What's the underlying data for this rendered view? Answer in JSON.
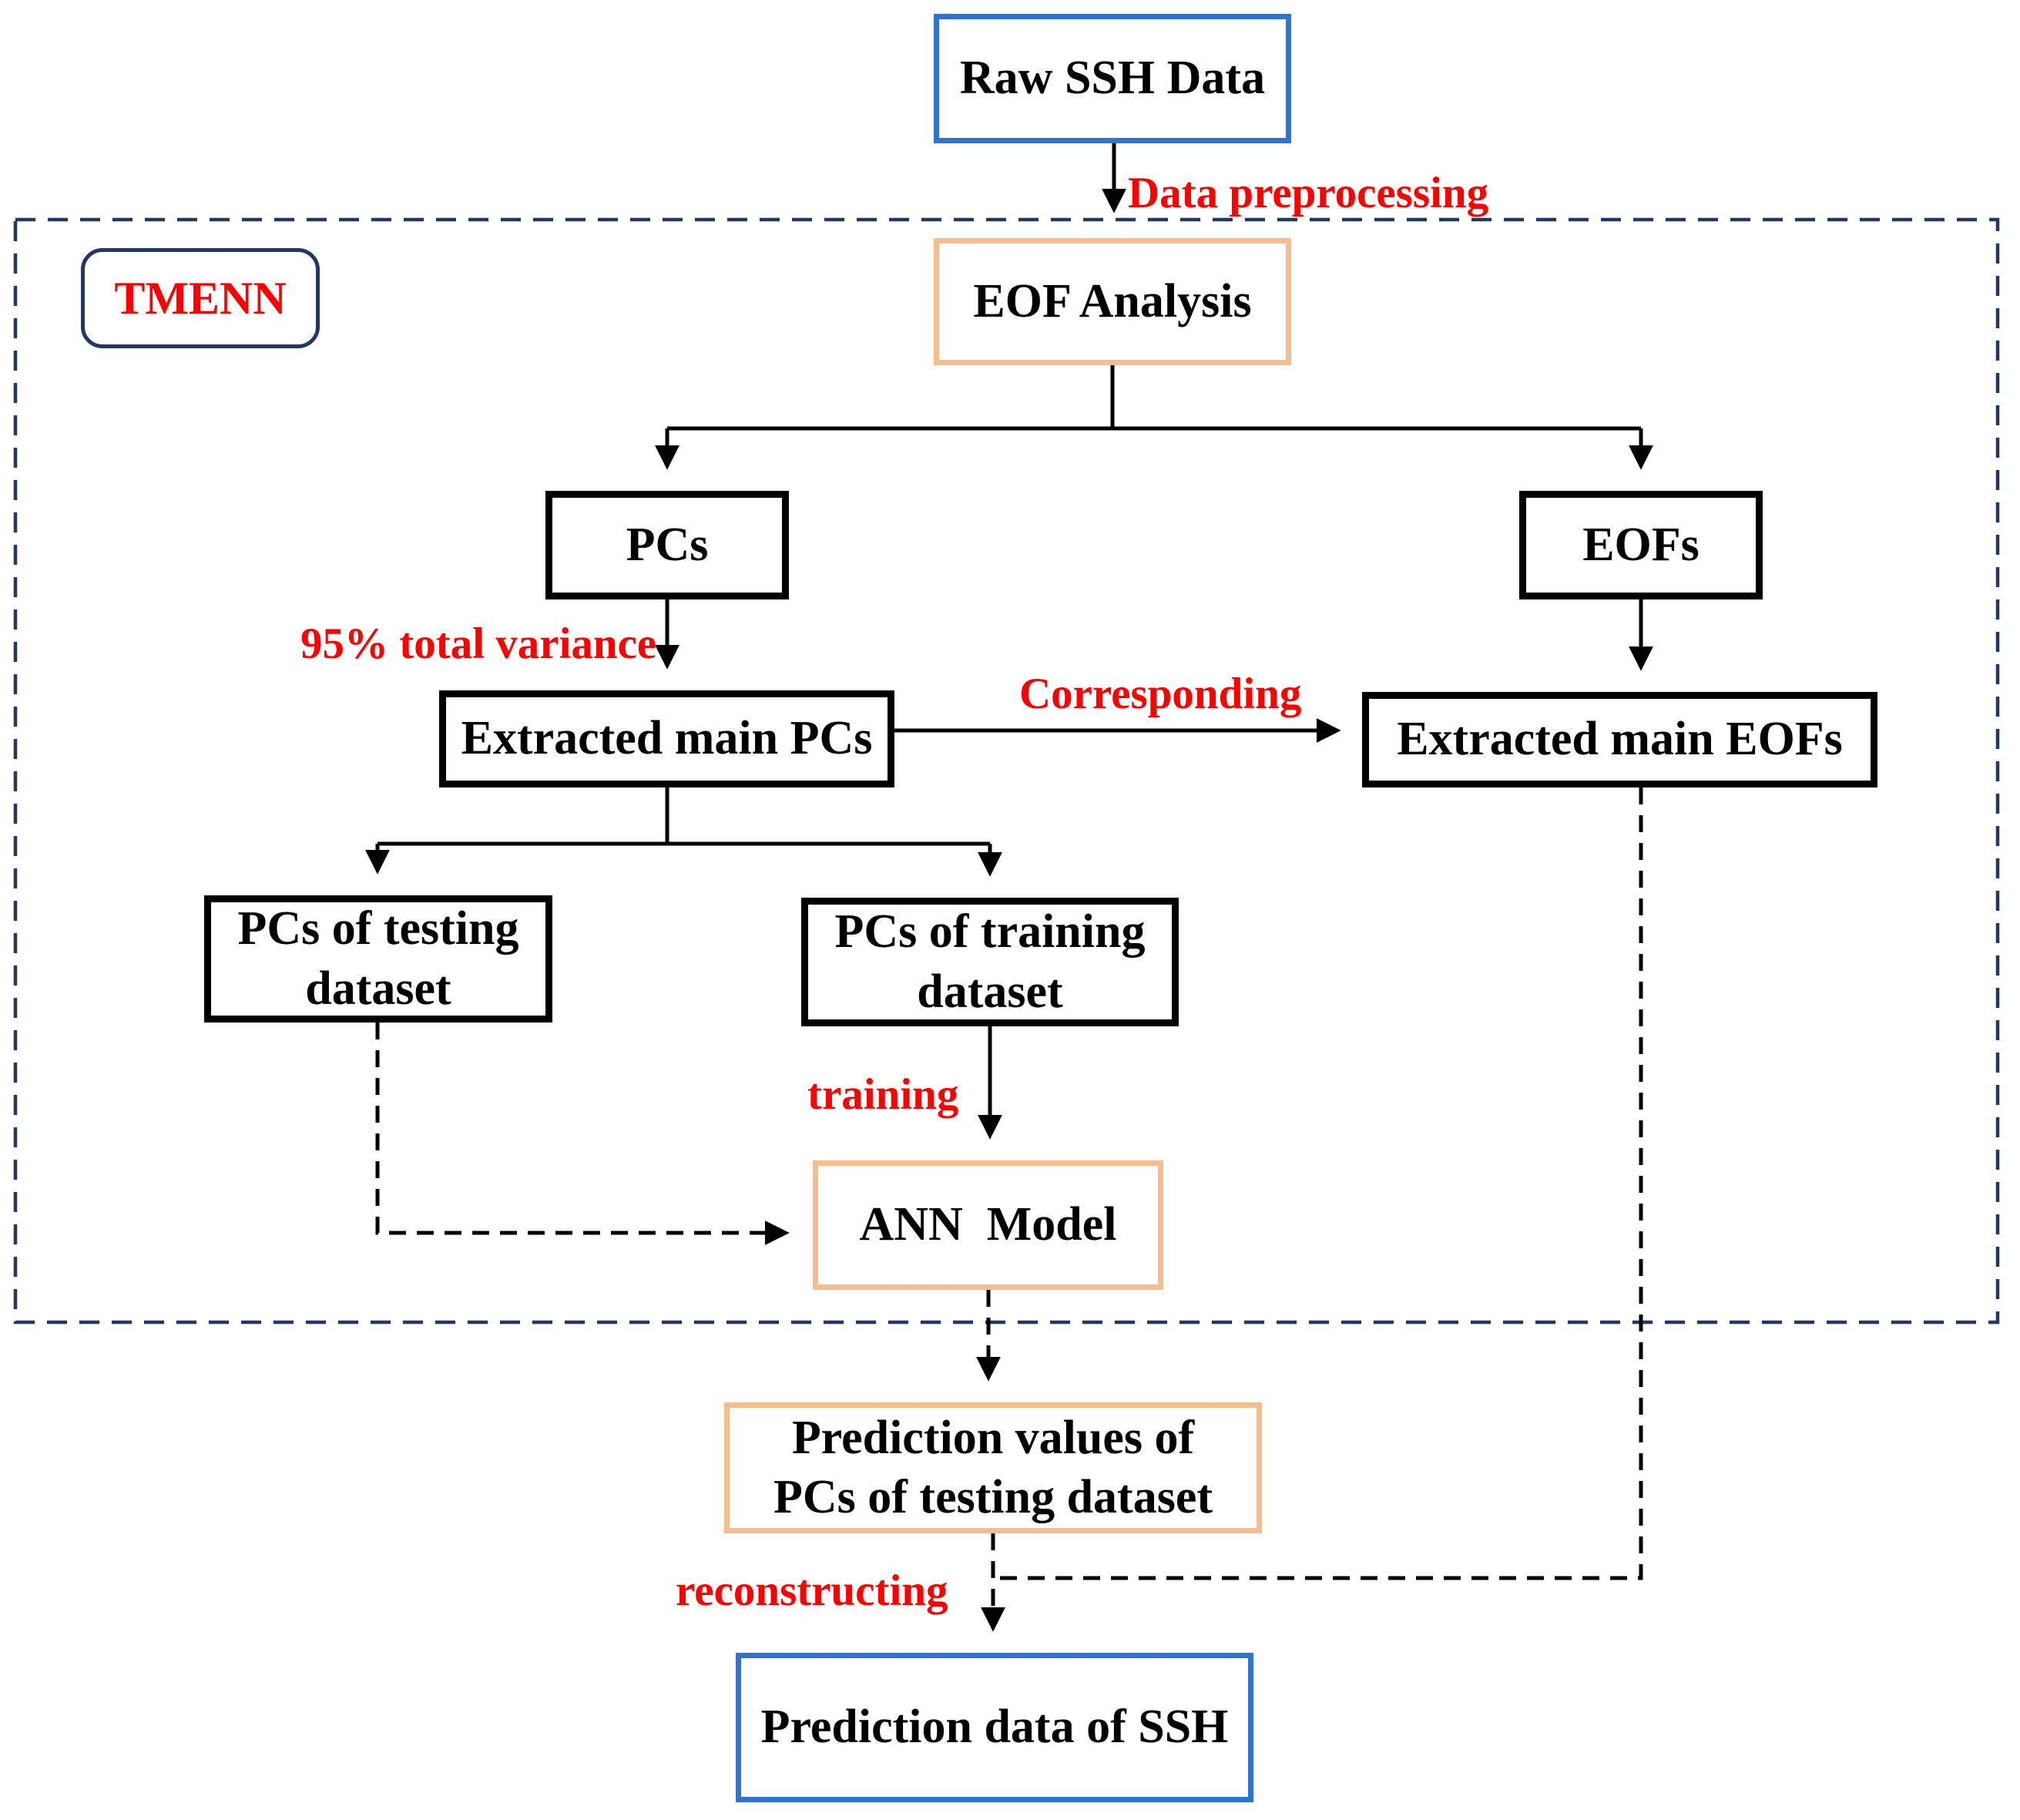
{
  "diagram": {
    "container_label": "TMENN",
    "nodes": {
      "raw_ssh": "Raw SSH Data",
      "eof_analysis": "EOF Analysis",
      "pcs": "PCs",
      "eofs": "EOFs",
      "extracted_pcs": "Extracted main PCs",
      "extracted_eofs": "Extracted main EOFs",
      "pcs_testing_line1": "PCs of testing",
      "pcs_testing_line2": "dataset",
      "pcs_training_line1": "PCs of training",
      "pcs_training_line2": "dataset",
      "ann_model": "ANN  Model",
      "prediction_values_line1": "Prediction values of",
      "prediction_values_line2": "PCs of testing dataset",
      "prediction_ssh": "Prediction data of SSH"
    },
    "edge_labels": {
      "data_preprocessing": "Data preprocessing",
      "total_variance": "95% total variance",
      "corresponding": "Corresponding",
      "training": "training",
      "reconstructing": "reconstructing"
    },
    "colors": {
      "io_box_border_blue": "#2E75D2",
      "process_box_border_orange": "#F6BE8C",
      "data_box_border_black": "#000000",
      "container_dashed_navy": "#1F3864",
      "edge_label_red": "#FF0000",
      "connector_black": "#000000",
      "background": "#FFFFFF"
    }
  }
}
